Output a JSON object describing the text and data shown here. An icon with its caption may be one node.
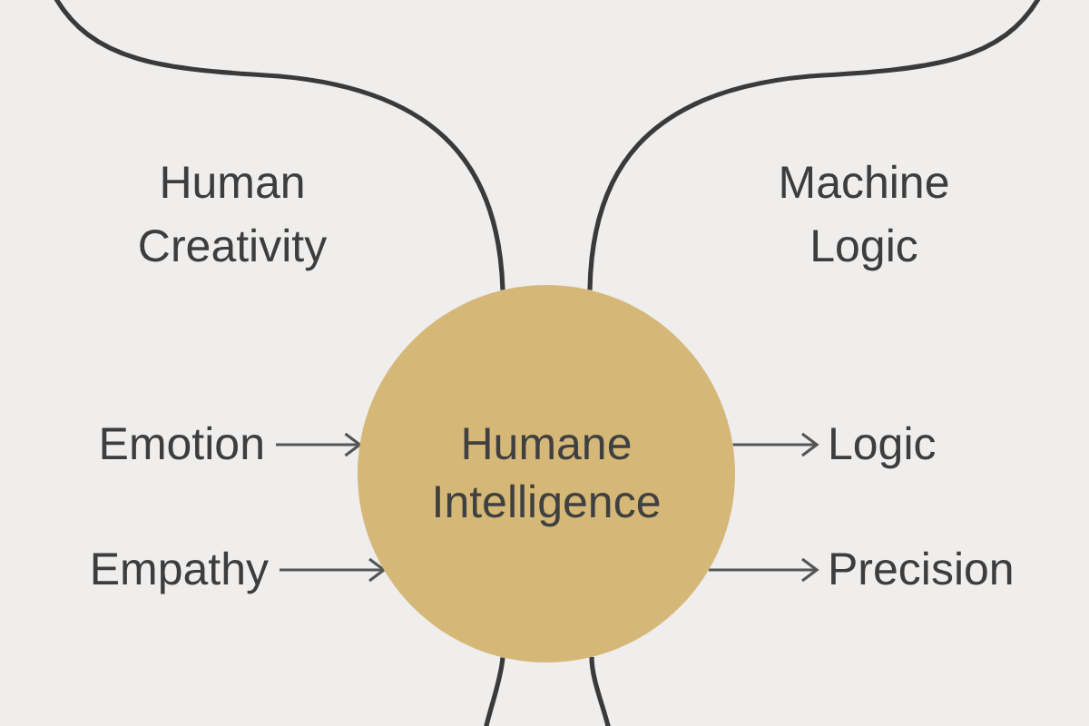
{
  "diagram": {
    "nodes": [
      {
        "text": [
          "Humane Intelligence"
        ]
      },
      {
        "text": [
          "Emotion"
        ]
      },
      {
        "text": [
          "Empathy"
        ]
      },
      {
        "text": [
          "Logic"
        ]
      },
      {
        "text": [
          "Precision"
        ]
      }
    ],
    "edges": [
      {
        "from": 1,
        "to": 0,
        "arrow": "to"
      },
      {
        "from": 2,
        "to": 0,
        "arrow": "to"
      },
      {
        "from": 0,
        "to": 3,
        "arrow": "to"
      },
      {
        "from": 0,
        "to": 4,
        "arrow": "to"
      },
      {
        "from": null,
        "to": 0,
        "arrow": "none"
      },
      {
        "from": null,
        "to": 0,
        "arrow": "none"
      },
      {
        "from": null,
        "to": 0,
        "arrow": "none"
      },
      {
        "from": null,
        "to": 0,
        "arrow": "none"
      }
    ],
    "labels": [
      "Human Creativity",
      "Machine Logic"
    ]
  }
}
